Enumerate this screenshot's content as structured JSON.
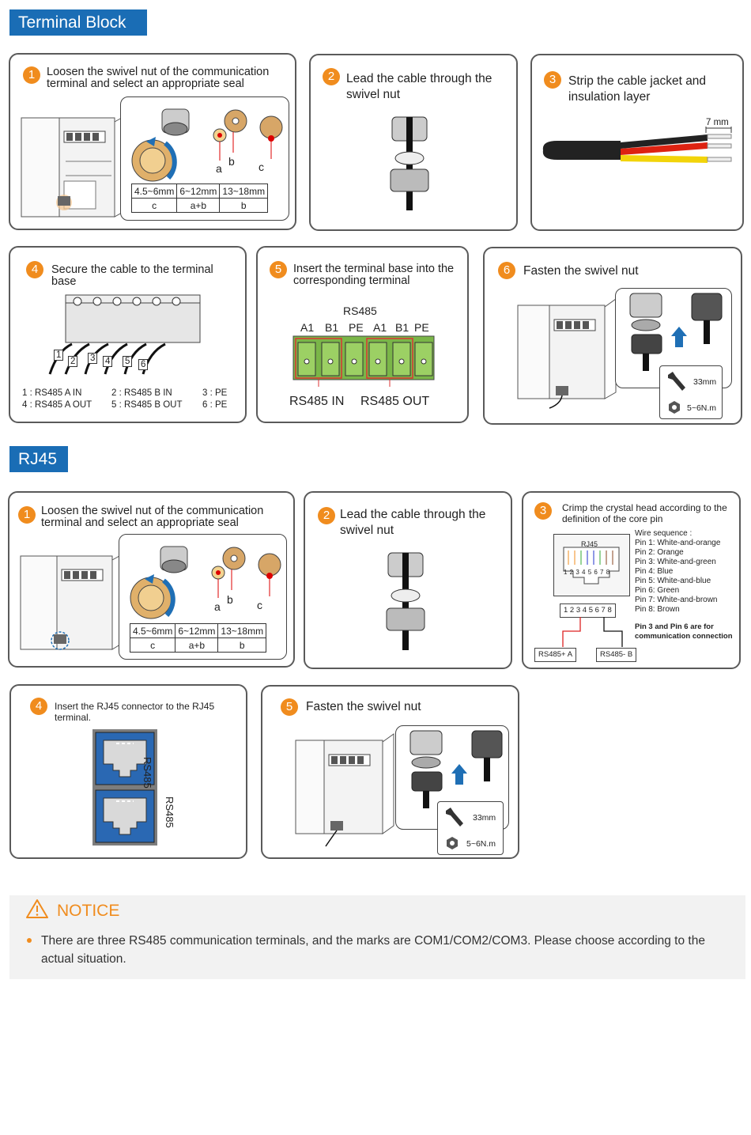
{
  "terminal_block": {
    "header": "Terminal Block",
    "step1": {
      "num": "1",
      "text": "Loosen the swivel nut of the communication terminal and select an appropriate seal",
      "labels": {
        "a": "a",
        "b": "b",
        "c": "c"
      },
      "table": {
        "headers": [
          "4.5~6mm",
          "6~12mm",
          "13~18mm"
        ],
        "values": [
          "c",
          "a+b",
          "b"
        ]
      }
    },
    "step2": {
      "num": "2",
      "text": "Lead the cable through the swivel nut"
    },
    "step3": {
      "num": "3",
      "text": "Strip the cable jacket and insulation layer",
      "dimension": "7 mm"
    },
    "step4": {
      "num": "4",
      "text": "Secure the cable to the terminal base",
      "pins": [
        "1",
        "2",
        "3",
        "4",
        "5",
        "6"
      ],
      "legend": [
        "1 :  RS485 A IN",
        "2 :  RS485 B IN",
        "3 :   PE",
        "4 :  RS485 A OUT",
        "5 :  RS485 B OUT",
        "6 :   PE"
      ]
    },
    "step5": {
      "num": "5",
      "text": "Insert the terminal base into the corresponding terminal",
      "title": "RS485",
      "pins": [
        "A1",
        "B1",
        "PE",
        "A1",
        "B1",
        "PE"
      ],
      "in_label": "RS485 IN",
      "out_label": "RS485 OUT"
    },
    "step6": {
      "num": "6",
      "text": "Fasten the swivel nut",
      "wrench": "33mm",
      "torque": "5~6N.m"
    }
  },
  "rj45": {
    "header": "RJ45",
    "step1": {
      "num": "1",
      "text": "Loosen the swivel nut of the communication terminal and select an appropriate seal",
      "labels": {
        "a": "a",
        "b": "b",
        "c": "c"
      },
      "table": {
        "headers": [
          "4.5~6mm",
          "6~12mm",
          "13~18mm"
        ],
        "values": [
          "c",
          "a+b",
          "b"
        ]
      }
    },
    "step2": {
      "num": "2",
      "text": "Lead the cable through the swivel nut"
    },
    "step3": {
      "num": "3",
      "text": "Crimp the crystal head according to the definition of the core pin",
      "jack_label": "RJ45",
      "jack_pins": "1 2 3 4 5 6 7 8",
      "plug_pins": "1 2 3 4 5 6 7 8",
      "wire_title": "Wire sequence :",
      "wires": [
        "Pin 1: White-and-orange",
        "Pin 2: Orange",
        "Pin 3: White-and-green",
        "Pin 4: Blue",
        "Pin 5: White-and-blue",
        "Pin 6: Green",
        "Pin 7: White-and-brown",
        "Pin 8: Brown"
      ],
      "note": "Pin 3 and Pin 6 are for communication connection",
      "a_label": "RS485+ A",
      "b_label": "RS485- B"
    },
    "step4": {
      "num": "4",
      "text": "Insert the RJ45 connector to the RJ45 terminal.",
      "port_label": "RS485"
    },
    "step5": {
      "num": "5",
      "text": "Fasten the swivel nut",
      "wrench": "33mm",
      "torque": "5~6N.m"
    }
  },
  "notice": {
    "title": "NOTICE",
    "bullet": "There are three RS485 communication terminals, and the marks are COM1/COM2/COM3. Please choose according to the actual situation."
  },
  "colors": {
    "accent_blue": "#1a6db5",
    "step_orange": "#f08c1e",
    "terminal_green": "#7ab648",
    "rj45_blue": "#2a68b3"
  }
}
